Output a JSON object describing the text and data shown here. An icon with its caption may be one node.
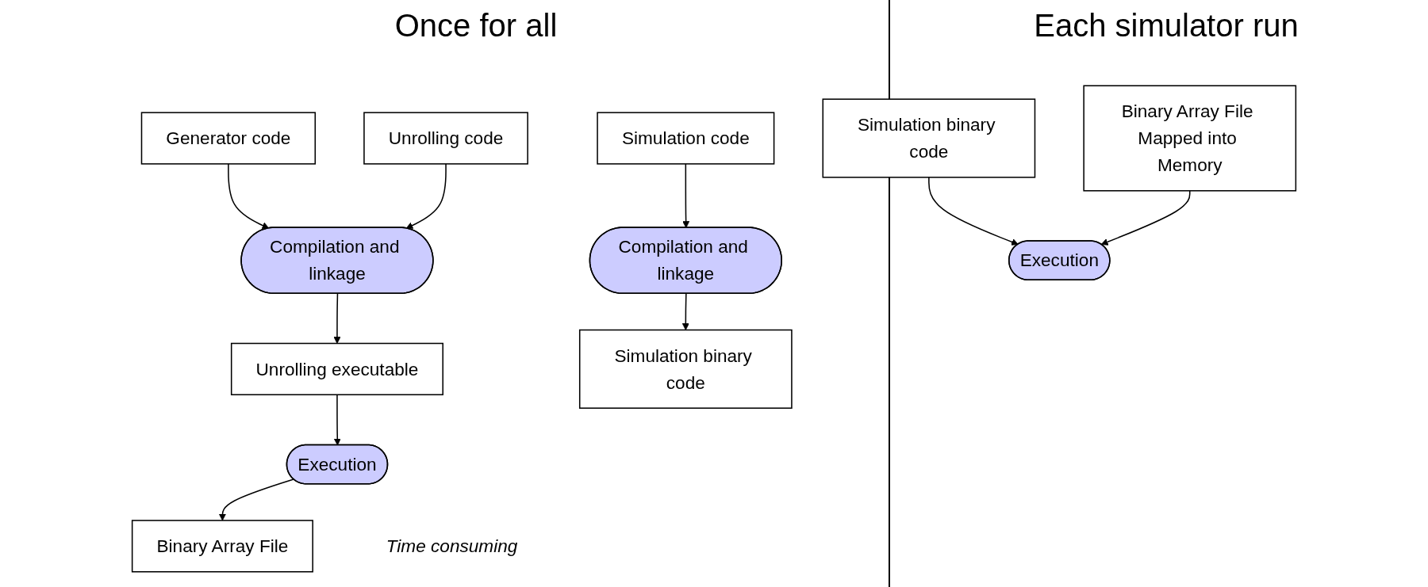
{
  "diagram": {
    "nodes": [
      {
        "text": [
          "Generator code"
        ]
      },
      {
        "text": [
          "Unrolling code"
        ]
      },
      {
        "text": [
          "Compilation and linkage"
        ]
      },
      {
        "text": [
          "Unrolling executable"
        ]
      },
      {
        "text": [
          "Execution"
        ],
        "beside": [
          "Time consuming"
        ]
      },
      {
        "text": [
          "Binary Array File"
        ]
      },
      {
        "text": [
          "Simulation code"
        ]
      },
      {
        "text": [
          "Compilation and linkage"
        ]
      },
      {
        "text": [
          "Simulation binary code"
        ]
      },
      {
        "text": [
          "Simulation binary code"
        ]
      },
      {
        "text": [
          "Binary Array File Mapped into Memory"
        ]
      },
      {
        "text": [
          "Execution"
        ]
      }
    ],
    "edges": [
      {
        "from": 0,
        "to": 2,
        "arrow": "to"
      },
      {
        "from": 1,
        "to": 2,
        "arrow": "to"
      },
      {
        "from": 2,
        "to": 3,
        "arrow": "to"
      },
      {
        "from": 3,
        "to": 4,
        "arrow": "to"
      },
      {
        "from": 4,
        "to": 5,
        "arrow": "to"
      },
      {
        "from": 6,
        "to": 7,
        "arrow": "to"
      },
      {
        "from": 7,
        "to": 8,
        "arrow": "to"
      },
      {
        "from": 9,
        "to": 11,
        "arrow": "to"
      },
      {
        "from": 10,
        "to": 11,
        "arrow": "to"
      }
    ],
    "labels": [
      "Once for all",
      "Each simulator run"
    ]
  }
}
